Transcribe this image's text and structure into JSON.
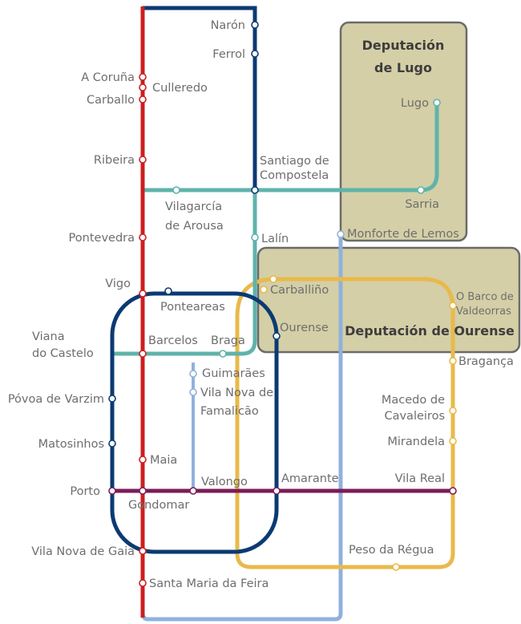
{
  "regions": {
    "lugo": {
      "line1": "Deputación",
      "line2": "de Lugo"
    },
    "ourense": {
      "title": "Deputación de Ourense"
    }
  },
  "stations": {
    "naron": "Narón",
    "ferrol": "Ferrol",
    "a_coruna": "A Coruña",
    "culleredo": "Culleredo",
    "carballo": "Carballo",
    "lugo": "Lugo",
    "ribeira": "Ribeira",
    "santiago_1": "Santiago de",
    "santiago_2": "Compostela",
    "sarria": "Sarria",
    "vilagarcia_1": "Vilagarcía",
    "vilagarcia_2": "de Arousa",
    "pontevedra": "Pontevedra",
    "lalin": "Lalín",
    "monforte": "Monforte de Lemos",
    "vigo": "Vigo",
    "carballino": "Carballiño",
    "barco_1": "O Barco de",
    "barco_2": "Valdeorras",
    "ponteareas": "Ponteareas",
    "ourense": "Ourense",
    "viana_1": "Viana",
    "viana_2": "do Castelo",
    "barcelos": "Barcelos",
    "braga": "Braga",
    "braganca": "Bragança",
    "guimaraes": "Guimarães",
    "famalicao_1": "Vila Nova de",
    "famalicao_2": "Famalicão",
    "povoa": "Póvoa de Varzim",
    "macedo_1": "Macedo de",
    "macedo_2": "Cavaleiros",
    "matosinhos": "Matosinhos",
    "mirandela": "Mirandela",
    "maia": "Maia",
    "porto": "Porto",
    "valongo": "Valongo",
    "amarante": "Amarante",
    "vila_real": "Vila Real",
    "gondomar": "Gondomar",
    "gaia": "Vila Nova de Gaia",
    "peso": "Peso da Régua",
    "feira": "Santa Maria da Feira"
  },
  "colors": {
    "red_line": "#cc1f1f",
    "navy_line": "#0b3a73",
    "teal_line": "#5fb3ab",
    "lightblue_line": "#8fb2dc",
    "yellow_line": "#e9b94a",
    "purple_line": "#7b1b57",
    "region_fill": "#d4cfa6",
    "region_border": "#6b6b6b"
  }
}
